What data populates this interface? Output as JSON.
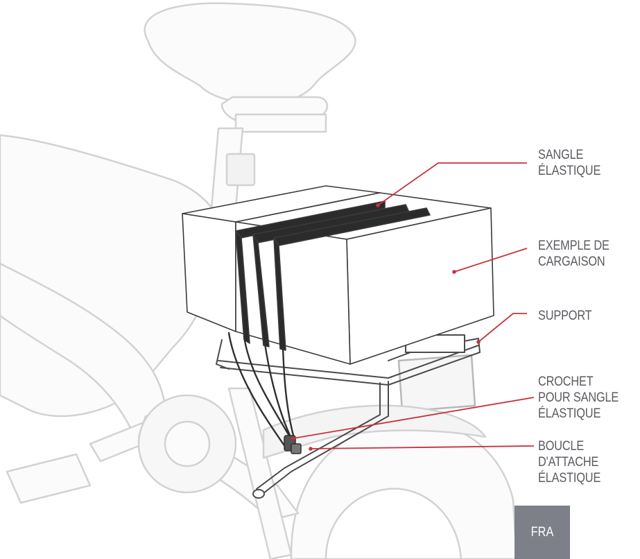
{
  "callouts": {
    "strap": "SANGLE\nÉLASTIQUE",
    "cargo": "EXEMPLE DE\nCARGAISON",
    "rack": "SUPPORT",
    "hook": "CROCHET\nPOUR SANGLE\nÉLASTIQUE",
    "loop": "BOUCLE\nD'ATTACHE\nÉLASTIQUE"
  },
  "language_badge": "FRA",
  "colors": {
    "leader_line": "#c8323f",
    "label_text": "#5a5a60",
    "badge_background": "#7d8089",
    "outline_faint": "#d0d0d0",
    "outline_dark": "#3a3a3a"
  }
}
